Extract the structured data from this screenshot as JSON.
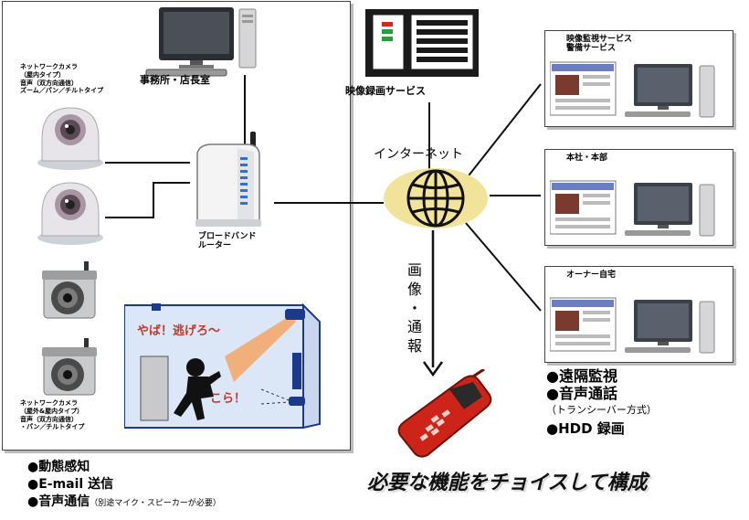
{
  "office": {
    "label": "事務所・店長室"
  },
  "recorder": {
    "label": "映像録画サービス"
  },
  "internet": {
    "label": "インターネット"
  },
  "router": {
    "label": "ブロードバンド\nルーター"
  },
  "camera_indoor": {
    "lines": [
      "ネットワークカメラ",
      "（屋内タイプ）",
      "音声（双方向通信）",
      "ズーム／パン／チルトタイプ"
    ]
  },
  "camera_outdoor": {
    "lines": [
      "ネットワークカメラ",
      "（屋外&屋内タイプ）",
      "音声（双方向通信）",
      "・パン／チルトタイプ"
    ]
  },
  "scene": {
    "shout1": "やば！逃げろ～",
    "shout2": "こら！"
  },
  "sites": [
    {
      "lines": [
        "映像監視サービス",
        "警備サービス"
      ]
    },
    {
      "lines": [
        "本社・本部"
      ]
    },
    {
      "lines": [
        "オーナー自宅"
      ]
    }
  ],
  "arrow_label": [
    "画",
    "像",
    "・",
    "通",
    "報"
  ],
  "features_right": [
    {
      "text": "●遠隔監視"
    },
    {
      "text": "●音声通話"
    },
    {
      "text": "（トランシーバー方式）"
    },
    {
      "text": "●HDD 録画"
    }
  ],
  "features_left": [
    {
      "text": "●動態感知"
    },
    {
      "text": "●E-mail 送信"
    },
    {
      "text": "●音声通信",
      "note": "（別途マイク・スピーカーが必要）"
    }
  ],
  "tagline": "必要な機能をチョイスして構成",
  "colors": {
    "globe": "#f1e39a",
    "phone": "#cc2418",
    "scene_bg": "#dbe6f6",
    "beam": "#f2a86e",
    "tagline": "#111111"
  }
}
